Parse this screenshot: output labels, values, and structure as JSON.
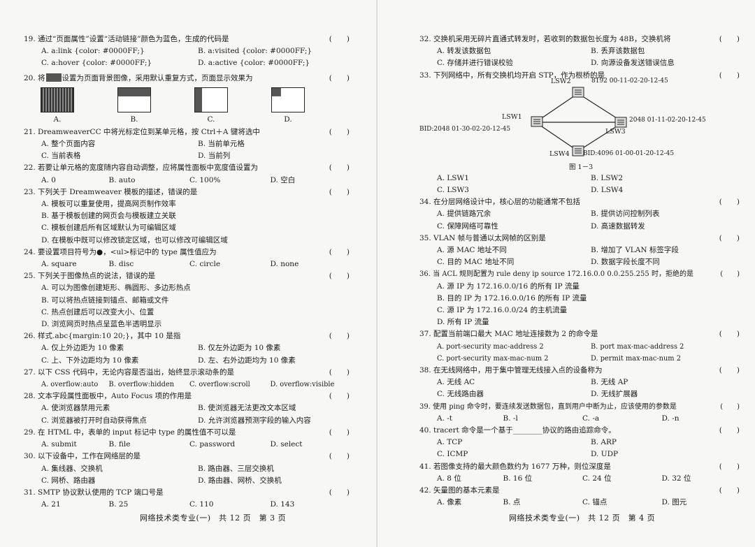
{
  "left": {
    "q19": {
      "stem": "19. 通过“页面属性”设置“活动链接”颜色为蓝色，生成的代码是",
      "paren": "(　　)",
      "opts": [
        "A. a:link {color: #0000FF;}",
        "B. a:visited {color: #0000FF;}",
        "C. a:hover {color: #0000FF;}",
        "D. a:active {color: #0000FF;}"
      ]
    },
    "q20": {
      "stem_pre": "20. 将",
      "stem_post": "设置为页面背景图像，采用默认重复方式，页面显示效果为",
      "paren": "(　　)",
      "labels": [
        "A.",
        "B.",
        "C.",
        "D."
      ]
    },
    "q21": {
      "stem": "21. DreamweaverCC 中将光标定位到某单元格，按 Ctrl＋A 键将选中",
      "paren": "(　　)",
      "opts": [
        "A. 整个页面内容",
        "B. 当前单元格",
        "C. 当前表格",
        "D. 当前列"
      ]
    },
    "q22": {
      "stem": "22. 若要让单元格的宽度随内容自动调整，应将属性面板中宽度值设置为",
      "paren": "(　　)",
      "opts": [
        "A. 0",
        "B. auto",
        "C. 100%",
        "D. 空白"
      ]
    },
    "q23": {
      "stem": "23. 下列关于 Dreamweaver 模板的描述，错误的是",
      "paren": "(　　)",
      "opts": [
        "A. 模板可以重复使用，提高网页制作效率",
        "B. 基于模板创建的网页会与模板建立关联",
        "C. 模板创建后所有区域默认为可编辑区域",
        "D. 在模板中既可以修改锁定区域，也可以修改可编辑区域"
      ]
    },
    "q24": {
      "stem": "24. 要设置项目符号为●，<ul>标记中的 type 属性值应为",
      "paren": "(　　)",
      "opts": [
        "A. square",
        "B. disc",
        "C. circle",
        "D. none"
      ]
    },
    "q25": {
      "stem": "25. 下列关于图像热点的说法，错误的是",
      "paren": "(　　)",
      "opts": [
        "A. 可以为图像创建矩形、椭圆形、多边形热点",
        "B. 可以将热点链接到锚点、邮箱或文件",
        "C. 热点创建后可以改变大小、位置",
        "D. 浏览网页时热点呈蓝色半透明显示"
      ]
    },
    "q26": {
      "stem": "26. 样式.abc{margin:10 20;}，其中 10 是指",
      "paren": "(　　)",
      "opts": [
        "A. 仅上外边距为 10 像素",
        "B. 仅左外边距为 10 像素",
        "C. 上、下外边距均为 10 像素",
        "D. 左、右外边距均为 10 像素"
      ]
    },
    "q27": {
      "stem": "27. 以下 CSS 代码中，无论内容是否溢出，始终显示滚动条的是",
      "paren": "(　　)",
      "opts": [
        "A. overflow:auto",
        "B. overflow:hidden",
        "C. overflow:scroll",
        "D. overflow:visible"
      ]
    },
    "q28": {
      "stem": "28. 文本字段属性面板中，Auto Focus 项的作用是",
      "paren": "(　　)",
      "opts": [
        "A. 使浏览器禁用元素",
        "B. 使浏览器无法更改文本区域",
        "C. 浏览器被打开时自动获得焦点",
        "D. 允许浏览器预测字段的输入内容"
      ]
    },
    "q29": {
      "stem": "29. 在 HTML 中，表单的 input 标记中 type 的属性值不可以是",
      "paren": "(　　)",
      "opts": [
        "A. submit",
        "B. file",
        "C. password",
        "D. select"
      ]
    },
    "q30": {
      "stem": "30. 以下设备中，工作在网络层的是",
      "paren": "(　　)",
      "opts": [
        "A. 集线器、交换机",
        "B. 路由器、三层交换机",
        "C. 网桥、路由器",
        "D. 路由器、网桥、交换机"
      ]
    },
    "q31": {
      "stem": "31. SMTP 协议默认使用的 TCP 端口号是",
      "paren": "(　　)",
      "opts": [
        "A. 21",
        "B. 25",
        "C. 110",
        "D. 143"
      ]
    },
    "footer": "网络技术类专业(一)　共 12 页　第 3 页"
  },
  "right": {
    "q32": {
      "stem": "32. 交换机采用无碎片直通式转发时，若收到的数据包长度为 48B，交换机将",
      "paren": "(　　)",
      "opts": [
        "A. 转发该数据包",
        "B. 丢弃该数据包",
        "C. 存储并进行错误校验",
        "D. 向源设备发送错误信息"
      ]
    },
    "q33": {
      "stem": "33. 下列网络中，所有交换机均开启 STP，作为根桥的是",
      "paren": "(　　)",
      "diagram": {
        "lsw1": "LSW1",
        "lsw1_bid": "BID:2048 01-30-02-20-12-45",
        "lsw2": "LSW2",
        "lsw2_bid": "8192 00-11-02-20-12-45",
        "lsw3": "LSW3",
        "lsw3_bid": "2048 01-11-02-20-12-45",
        "lsw4": "LSW4",
        "lsw4_bid": "BID:4096 01-00-01-20-12-45",
        "caption": "图 1－3"
      },
      "opts": [
        "A. LSW1",
        "B. LSW2",
        "C. LSW3",
        "D. LSW4"
      ]
    },
    "q34": {
      "stem": "34. 在分层网络设计中，核心层的功能通常不包括",
      "paren": "(　　)",
      "opts": [
        "A. 提供链路冗余",
        "B. 提供访问控制列表",
        "C. 保障网络可靠性",
        "D. 高速数据转发"
      ]
    },
    "q35": {
      "stem": "35. VLAN 帧与普通以太网帧的区别是",
      "paren": "(　　)",
      "opts": [
        "A. 源 MAC 地址不同",
        "B. 增加了 VLAN 标签字段",
        "C. 目的 MAC 地址不同",
        "D. 数据字段长度不同"
      ]
    },
    "q36": {
      "stem": "36. 当 ACL 规则配置为 rule deny ip source 172.16.0.0 0.0.255.255 时，拒绝的是",
      "paren": "(　　)",
      "opts": [
        "A. 源 IP 为 172.16.0.0/16 的所有 IP 流量",
        "B. 目的 IP 为 172.16.0.0/16 的所有 IP 流量",
        "C. 源 IP 为 172.16.0.0/24 的主机流量",
        "D. 所有 IP 流量"
      ]
    },
    "q37": {
      "stem": "37. 配置当前端口最大 MAC 地址连接数为 2 的命令是",
      "paren": "(　　)",
      "opts": [
        "A. port-security mac-address 2",
        "B. port max-mac-address 2",
        "C. port-security max-mac-num 2",
        "D. permit max-mac-num 2"
      ]
    },
    "q38": {
      "stem": "38. 在无线网络中，用于集中管理无线接入点的设备称为",
      "paren": "(　　)",
      "opts": [
        "A. 无线 AC",
        "B. 无线 AP",
        "C. 无线路由器",
        "D. 无线扩展器"
      ]
    },
    "q39": {
      "stem": "39. 使用 ping 命令时，要连续发送数据包，直到用户中断为止，应该使用的参数是",
      "paren": "(　　)",
      "opts": [
        "A. -t",
        "B. -l",
        "C. -a",
        "D. -n"
      ]
    },
    "q40": {
      "stem": "40. tracert 命令是一个基于________协议的路由追踪命令。",
      "paren": "(　　)",
      "opts": [
        "A. TCP",
        "B. ARP",
        "C. ICMP",
        "D. UDP"
      ]
    },
    "q41": {
      "stem": "41. 若图像支持的最大颜色数约为 1677 万种，则位深度是",
      "paren": "(　　)",
      "opts": [
        "A. 8 位",
        "B. 16 位",
        "C. 24 位",
        "D. 32 位"
      ]
    },
    "q42": {
      "stem": "42. 矢量图的基本元素是",
      "paren": "(　　)",
      "opts": [
        "A. 像素",
        "B. 点",
        "C. 锚点",
        "D. 图元"
      ]
    },
    "footer": "网络技术类专业(一)　共 12 页　第 4 页"
  }
}
